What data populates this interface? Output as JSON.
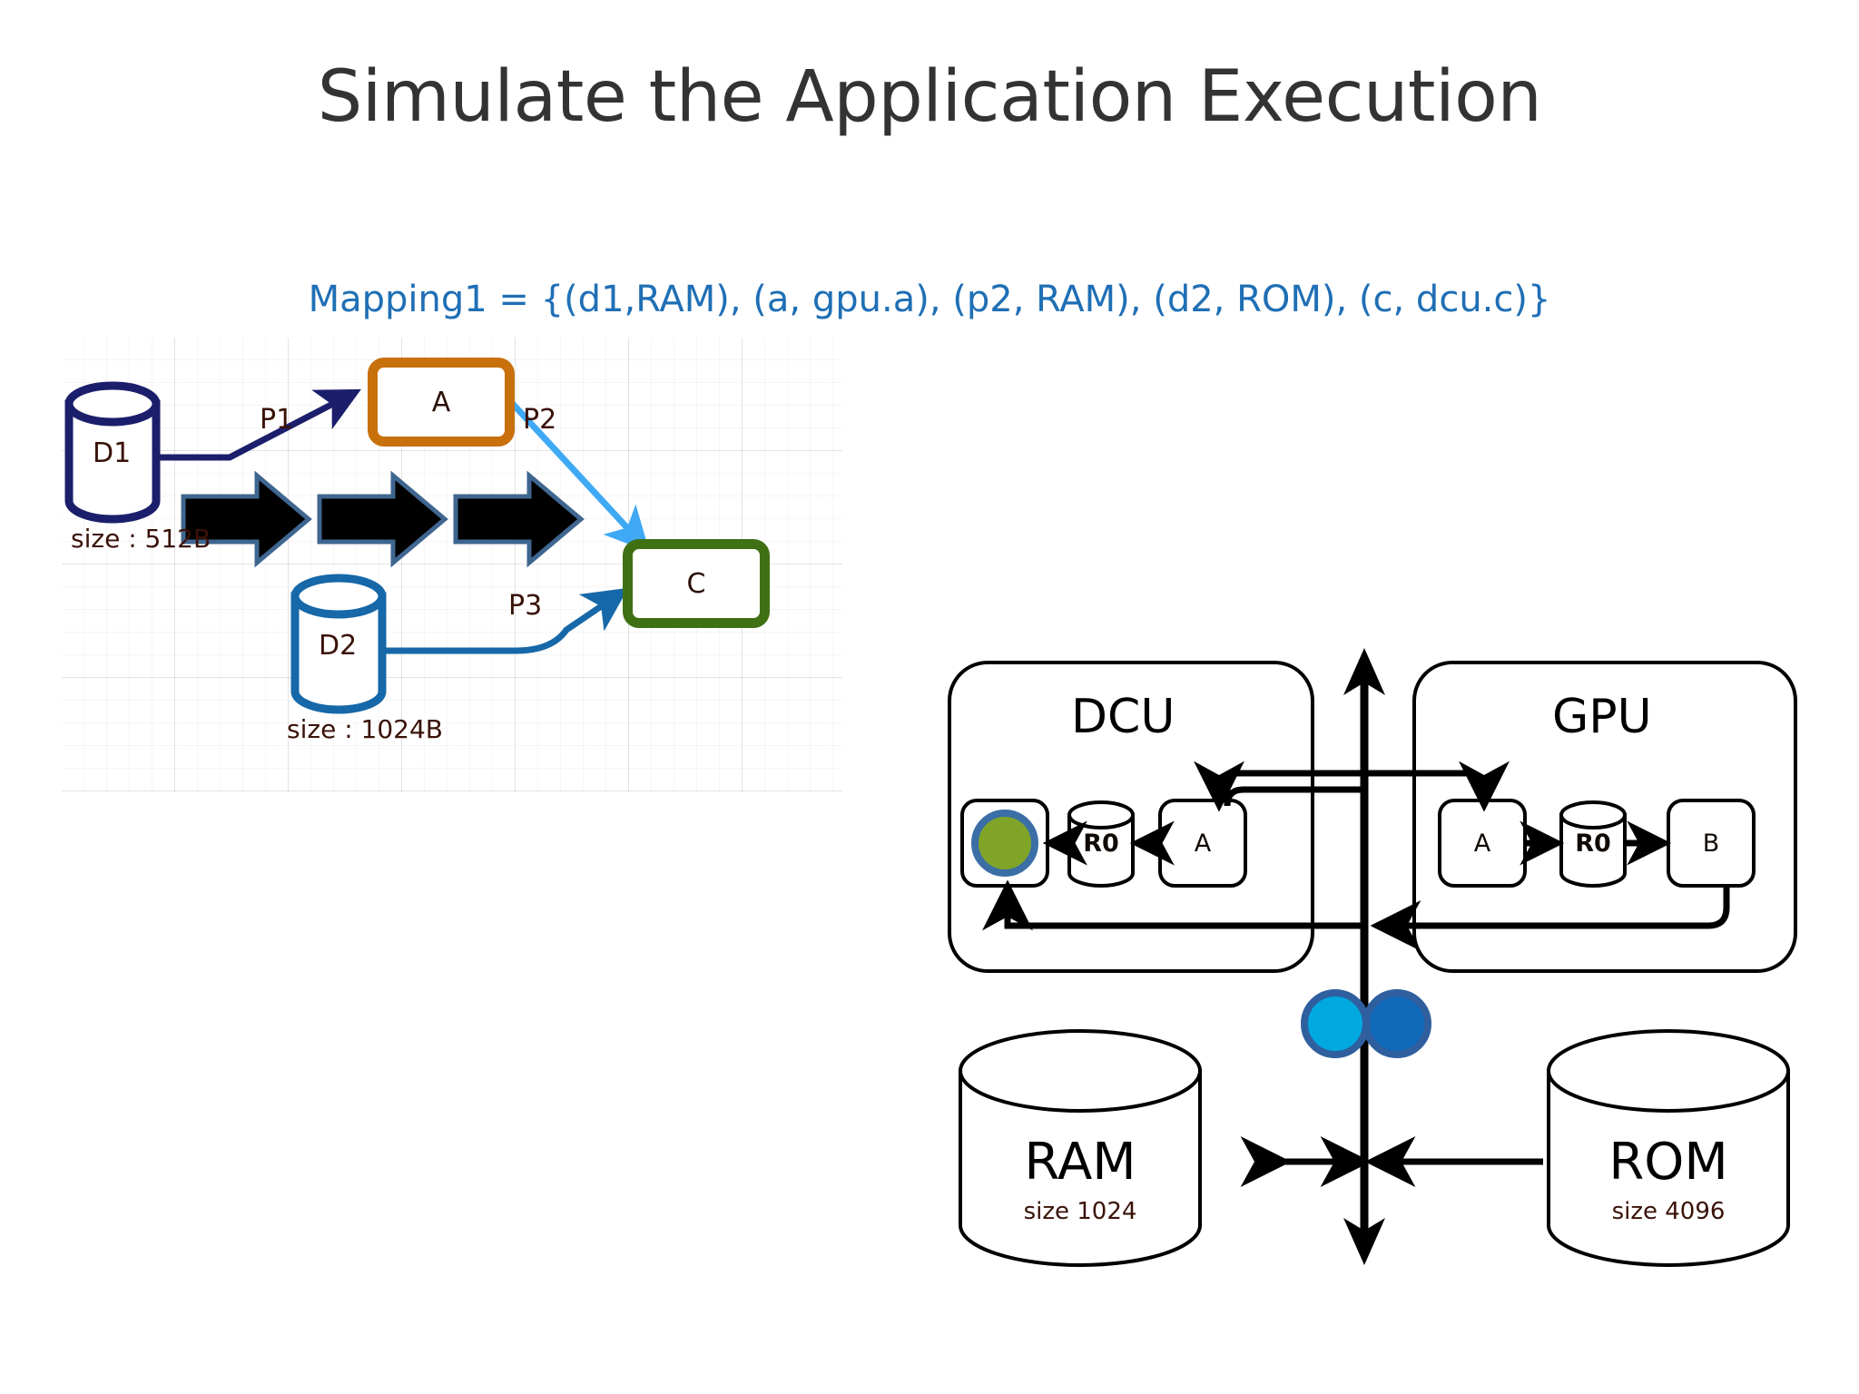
{
  "slide": {
    "title": "Simulate the Application Execution",
    "mapping_text": "Mapping1 = {(d1,RAM), (a, gpu.a), (p2, RAM), (d2, ROM), (c, dcu.c)}",
    "mapping_color": "#1F6FB5",
    "title_color": "#333333",
    "background_color": "#FFFFFF"
  },
  "app_graph": {
    "name": "application-task-graph",
    "data_nodes": [
      {
        "id": "d1",
        "label": "D1",
        "size_label": "size : 512B",
        "color": "#1B1F6B"
      },
      {
        "id": "d2",
        "label": "D2",
        "size_label": "size : 1024B",
        "color": "#1668A8"
      }
    ],
    "task_nodes": [
      {
        "id": "a",
        "label": "A",
        "border_color": "#C8700C"
      },
      {
        "id": "c",
        "label": "C",
        "border_color": "#3F7014"
      }
    ],
    "edges": [
      {
        "id": "p1",
        "label": "P1",
        "from": "D1",
        "to": "A",
        "color": "#1B1F6B"
      },
      {
        "id": "p2",
        "label": "P2",
        "from": "A",
        "to": "C",
        "color": "#3FA9F5"
      },
      {
        "id": "p3",
        "label": "P3",
        "from": "D2",
        "to": "C",
        "color": "#1668A8"
      }
    ],
    "block_arrows": {
      "count": 3,
      "fill": "#000000",
      "outline": "#3F6690"
    }
  },
  "platform": {
    "name": "platform-architecture",
    "bus": {
      "name": "vertical-bus",
      "color": "#000000",
      "direction": "bidirectional"
    },
    "units": [
      {
        "id": "dcu",
        "title": "DCU",
        "flow_direction": "right-to-left",
        "nodes": [
          {
            "id": "dcu-out",
            "type": "token-box",
            "label": "",
            "token_fill": "#7FA428",
            "token_ring": "#3A6EA5"
          },
          {
            "id": "dcu-r0",
            "type": "cylinder",
            "label": "R0"
          },
          {
            "id": "dcu-a",
            "type": "box",
            "label": "A"
          }
        ]
      },
      {
        "id": "gpu",
        "title": "GPU",
        "flow_direction": "left-to-right",
        "nodes": [
          {
            "id": "gpu-a",
            "type": "box",
            "label": "A"
          },
          {
            "id": "gpu-r0",
            "type": "cylinder",
            "label": "R0"
          },
          {
            "id": "gpu-b",
            "type": "box",
            "label": "B"
          }
        ]
      }
    ],
    "memories": [
      {
        "id": "ram",
        "title": "RAM",
        "size_label": "size 1024"
      },
      {
        "id": "rom",
        "title": "ROM",
        "size_label": "size 4096"
      }
    ],
    "bus_tokens": [
      {
        "id": "token-left",
        "fill": "#00A8E0",
        "ring": "#2F5F9E"
      },
      {
        "id": "token-right",
        "fill": "#1068B8",
        "ring": "#2F5F9E"
      }
    ]
  }
}
